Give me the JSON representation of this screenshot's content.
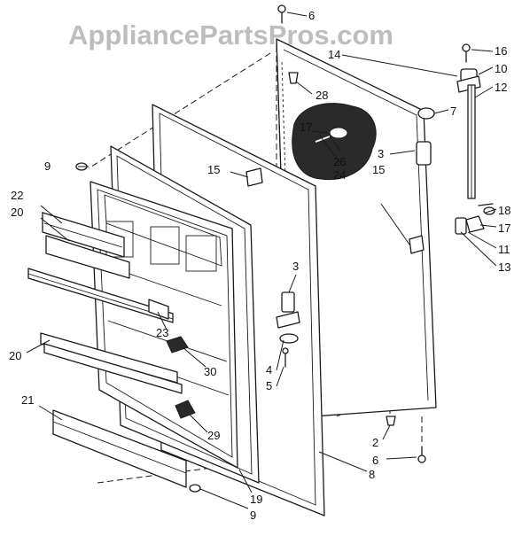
{
  "watermark": "AppliancePartsPros.com",
  "callouts": [
    "6",
    "16",
    "14",
    "10",
    "12",
    "28",
    "7",
    "17",
    "26",
    "24",
    "9",
    "15",
    "3",
    "15",
    "22",
    "20",
    "18",
    "17",
    "11",
    "13",
    "3",
    "4",
    "5",
    "23",
    "30",
    "20",
    "21",
    "29",
    "2",
    "6",
    "8",
    "19",
    "9"
  ]
}
